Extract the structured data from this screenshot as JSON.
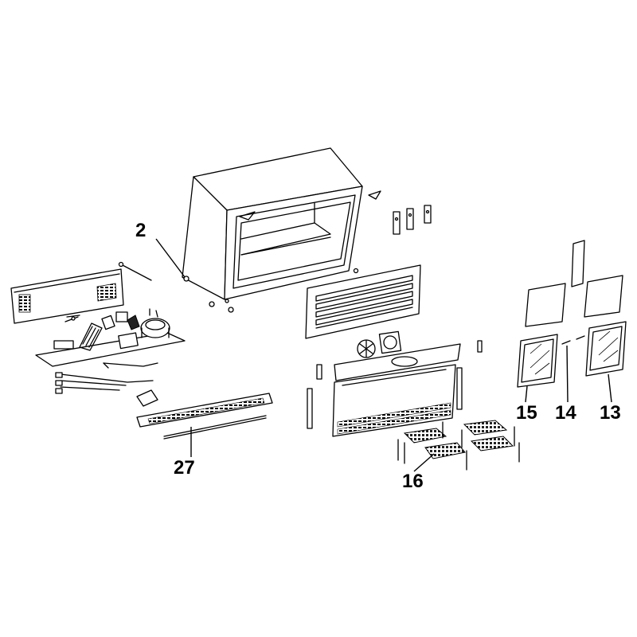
{
  "diagram": {
    "callouts": [
      {
        "id": "2",
        "label": "2"
      },
      {
        "id": "27",
        "label": "27"
      },
      {
        "id": "16",
        "label": "16"
      },
      {
        "id": "15",
        "label": "15"
      },
      {
        "id": "14",
        "label": "14"
      },
      {
        "id": "13",
        "label": "13"
      }
    ]
  }
}
